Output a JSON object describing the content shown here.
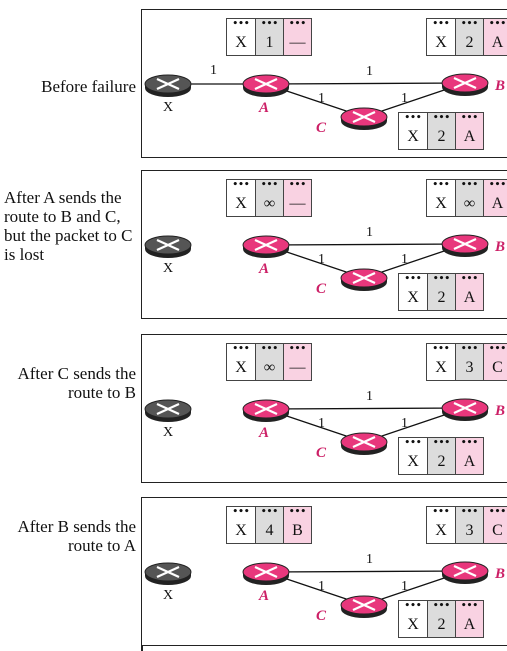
{
  "colors": {
    "router_active": "#e8377c",
    "router_failed": "#555555",
    "table_gray": "#dcdcdc",
    "table_pink": "#f9d2e2",
    "label": "#cc1f66"
  },
  "icons": {
    "router": "router-icon"
  },
  "panels": [
    {
      "caption": "Before failure",
      "nodes": {
        "x": "X",
        "a": "A",
        "b": "B",
        "c": "C"
      },
      "links": {
        "xa": "1",
        "ab": "1",
        "ac": "1",
        "cb": "1"
      },
      "table_a": [
        "X",
        "1",
        "—"
      ],
      "table_b": [
        "X",
        "2",
        "A"
      ],
      "table_c": [
        "X",
        "2",
        "A"
      ]
    },
    {
      "caption": "After A sends the route to B and C, but the packet to C is lost",
      "nodes": {
        "x": "X",
        "a": "A",
        "b": "B",
        "c": "C"
      },
      "links": {
        "ab": "1",
        "ac": "1",
        "cb": "1"
      },
      "table_a": [
        "X",
        "∞",
        "—"
      ],
      "table_b": [
        "X",
        "∞",
        "A"
      ],
      "table_c": [
        "X",
        "2",
        "A"
      ]
    },
    {
      "caption": "After C sends the route to B",
      "nodes": {
        "x": "X",
        "a": "A",
        "b": "B",
        "c": "C"
      },
      "links": {
        "ab": "1",
        "ac": "1",
        "cb": "1"
      },
      "table_a": [
        "X",
        "∞",
        "—"
      ],
      "table_b": [
        "X",
        "3",
        "C"
      ],
      "table_c": [
        "X",
        "2",
        "A"
      ]
    },
    {
      "caption": "After B sends the route to A",
      "nodes": {
        "x": "X",
        "a": "A",
        "b": "B",
        "c": "C"
      },
      "links": {
        "ab": "1",
        "ac": "1",
        "cb": "1"
      },
      "table_a": [
        "X",
        "4",
        "B"
      ],
      "table_b": [
        "X",
        "3",
        "C"
      ],
      "table_c": [
        "X",
        "2",
        "A"
      ]
    }
  ]
}
